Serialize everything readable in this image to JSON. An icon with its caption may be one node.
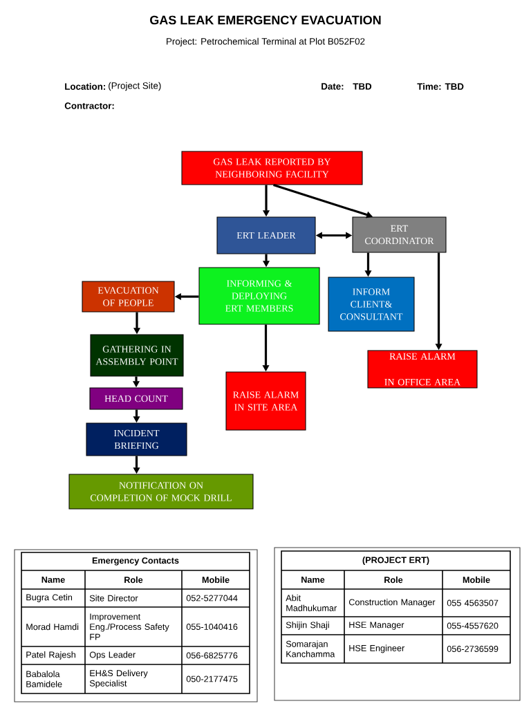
{
  "diagram": {
    "title": "GAS LEAK EMERGENCY EVACUATION",
    "nodes": [
      {
        "text": [
          "GAS LEAK REPORTED BY NEIGHBORING FACILITY"
        ]
      },
      {
        "text": [
          "ERT LEADER"
        ]
      },
      {
        "text": [
          "ERT COORDINATOR"
        ]
      },
      {
        "text": [
          "EVACUATION OF PEOPLE"
        ]
      },
      {
        "text": [
          "INFORMING & DEPLOYING ERT MEMBERS"
        ]
      },
      {
        "text": [
          "INFORM CLIENT& CONSULTANT"
        ]
      },
      {
        "text": [
          "GATHERING IN ASSEMBLY POINT"
        ]
      },
      {
        "text": [
          "RAISE ALARM IN OFFICE AREA"
        ]
      },
      {
        "text": [
          "RAISE ALARM IN SITE AREA"
        ]
      },
      {
        "text": [
          "HEAD COUNT"
        ]
      },
      {
        "text": [
          "INCIDENT BRIEFING"
        ]
      },
      {
        "text": [
          "NOTIFICATION ON COMPLETION OF MOCK DRILL"
        ]
      }
    ],
    "edges": [
      {
        "from": 0,
        "to": 1,
        "arrow": "to"
      },
      {
        "from": 0,
        "to": 2,
        "arrow": "to"
      },
      {
        "from": 1,
        "to": 2,
        "arrow": "both"
      },
      {
        "from": 1,
        "to": 4,
        "arrow": "to"
      },
      {
        "from": 2,
        "to": 5,
        "arrow": "to"
      },
      {
        "from": 2,
        "to": 7,
        "arrow": "to"
      },
      {
        "from": 4,
        "to": 3,
        "arrow": "to"
      },
      {
        "from": 4,
        "to": 8,
        "arrow": "to"
      },
      {
        "from": 3,
        "to": 6,
        "arrow": "to"
      },
      {
        "from": 6,
        "to": 9,
        "arrow": "to"
      },
      {
        "from": 9,
        "to": 10,
        "arrow": "to"
      },
      {
        "from": 10,
        "to": 11,
        "arrow": "to"
      }
    ],
    "labels": [
      "Project: Petrochemical Terminal at Plot B052F02",
      "Location:",
      "(Project Site)",
      "Date:",
      "TBD",
      "Time: TBD",
      "Contractor:",
      "Emergency Contacts",
      "Name",
      "Role",
      "Mobile",
      "Bugra Cetin",
      "Site Director",
      "052-5277044",
      "Morad Hamdi",
      "Improvement Eng./Process Safety FP",
      "055-1040416",
      "Patel Rajesh",
      "Ops Leader",
      "056-6825776",
      "Babalola Bamidele",
      "EH&S Delivery Specialist",
      "050-2177475",
      "(PROJECT ERT)",
      "Name",
      "Role",
      "Mobile",
      "Abit Madhukumar",
      "Construction Manager",
      "055 4563507",
      "Shijin Shaji",
      "HSE Manager",
      "055-4557620",
      "Somarajan Kanchamma",
      "HSE Engineer",
      "056-2736599"
    ]
  }
}
